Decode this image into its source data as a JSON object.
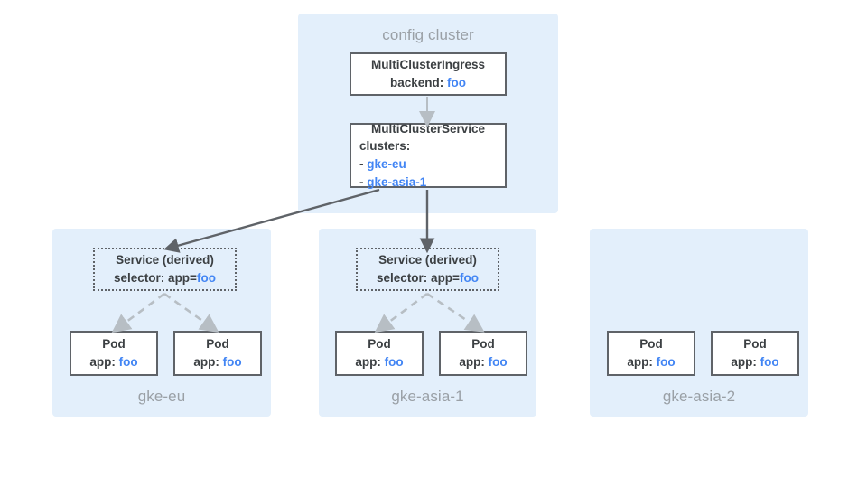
{
  "diagram": {
    "title_color": "#9aa0a6",
    "accent_blue": "#4285f4",
    "panel_fill": "#e3effb",
    "box_border": "#5f6368"
  },
  "config_cluster": {
    "title": "config cluster",
    "ingress": {
      "kind": "MultiClusterIngress",
      "field_label": "backend:",
      "field_value": "foo"
    },
    "service": {
      "kind": "MultiClusterService",
      "field_label": "clusters:",
      "members": [
        {
          "bullet": "-",
          "name": "gke-eu"
        },
        {
          "bullet": "-",
          "name": "gke-asia-1"
        }
      ]
    }
  },
  "clusters": [
    {
      "name": "gke-eu",
      "derived_service": {
        "title": "Service (derived)",
        "selector_label": "selector: app=",
        "selector_value": "foo"
      },
      "pods": [
        {
          "title": "Pod",
          "label": "app:",
          "value": "foo"
        },
        {
          "title": "Pod",
          "label": "app:",
          "value": "foo"
        }
      ]
    },
    {
      "name": "gke-asia-1",
      "derived_service": {
        "title": "Service (derived)",
        "selector_label": "selector: app=",
        "selector_value": "foo"
      },
      "pods": [
        {
          "title": "Pod",
          "label": "app:",
          "value": "foo"
        },
        {
          "title": "Pod",
          "label": "app:",
          "value": "foo"
        }
      ]
    },
    {
      "name": "gke-asia-2",
      "derived_service": null,
      "pods": [
        {
          "title": "Pod",
          "label": "app:",
          "value": "foo"
        },
        {
          "title": "Pod",
          "label": "app:",
          "value": "foo"
        }
      ]
    }
  ]
}
